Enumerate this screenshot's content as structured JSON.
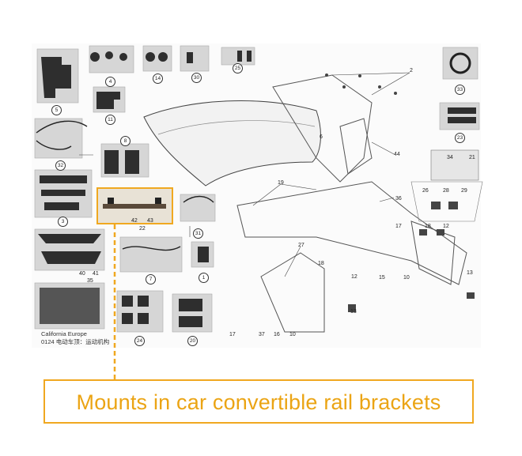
{
  "caption": "Mounts in car convertible rail brackets",
  "footnote": {
    "line1": "California Europe",
    "line2": "0124 电动车顶：运动机构"
  },
  "callouts": {
    "c4": "4",
    "c14": "14",
    "c30": "30",
    "c25": "25",
    "c5": "5",
    "c11": "11",
    "c32": "32",
    "c8": "8",
    "c3": "3",
    "c31": "31",
    "c7": "7",
    "c1": "1",
    "c24": "24",
    "c20": "20",
    "c33": "33",
    "c23": "23"
  },
  "part_labels": {
    "p2": "2",
    "p6": "6",
    "p44": "44",
    "p19": "19",
    "p36": "36",
    "p34": "34",
    "p21": "21",
    "p26": "26",
    "p28": "28",
    "p29": "29",
    "p17a": "17",
    "p18a": "18",
    "p12a": "12",
    "p27": "27",
    "p18b": "18",
    "p12b": "12",
    "p15": "15",
    "p10a": "10",
    "p13a": "13",
    "p13b": "13",
    "p17b": "17",
    "p37": "37",
    "p16": "16",
    "p10b": "10",
    "p42": "42",
    "p43": "43",
    "p22": "22",
    "p40": "40",
    "p41": "41",
    "p35": "35"
  },
  "colors": {
    "highlight": "#f0a820",
    "caption_text": "#eba414",
    "line": "#333333"
  }
}
